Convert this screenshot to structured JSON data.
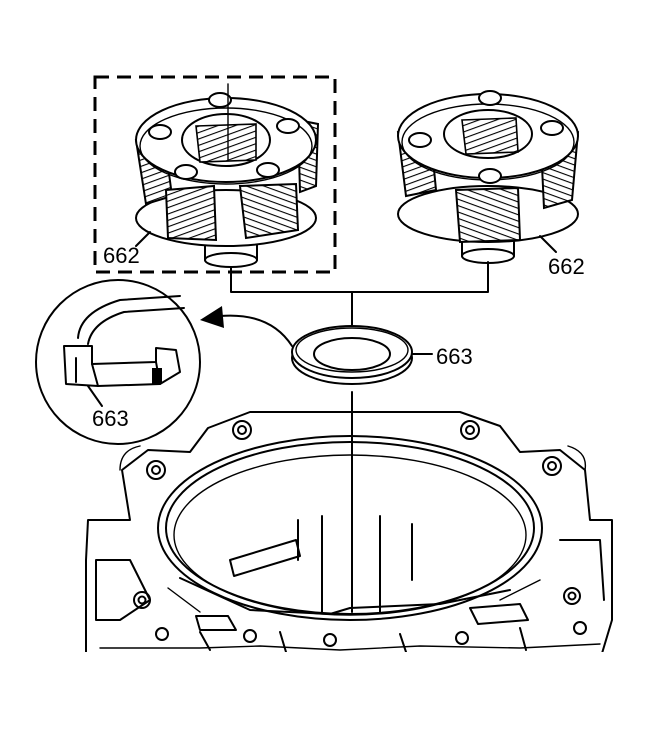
{
  "callouts": {
    "left_carrier": "662",
    "right_carrier": "662",
    "washer": "663",
    "detail": "663"
  }
}
